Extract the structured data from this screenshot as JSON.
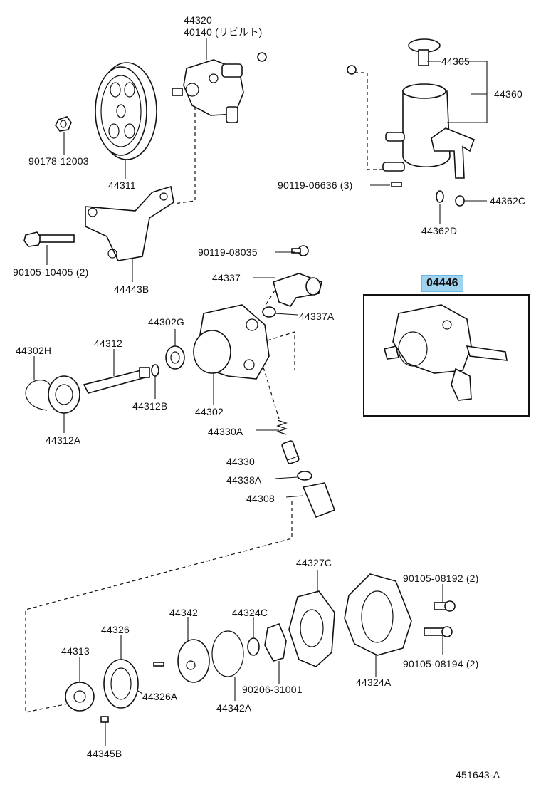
{
  "labels": {
    "p44320": "44320",
    "p40140": "40140 (リビルト)",
    "p44305": "44305",
    "p44360": "44360",
    "p90178": "90178-12003",
    "p44311": "44311",
    "p90119_06636": "90119-06636 (3)",
    "p44362C": "44362C",
    "p44362D": "44362D",
    "p90105_10405": "90105-10405 (2)",
    "p44443B": "44443B",
    "p90119_08035": "90119-08035",
    "p44337": "44337",
    "p04446": "04446",
    "p44337A": "44337A",
    "p44302G": "44302G",
    "p44302H": "44302H",
    "p44312": "44312",
    "p44312B": "44312B",
    "p44302": "44302",
    "p44312A": "44312A",
    "p44330A": "44330A",
    "p44330": "44330",
    "p44338A": "44338A",
    "p44308": "44308",
    "p44327C": "44327C",
    "p90105_08192": "90105-08192 (2)",
    "p44342": "44342",
    "p44324C": "44324C",
    "p44326": "44326",
    "p44313": "44313",
    "p44326A": "44326A",
    "p90206": "90206-31001",
    "p44342A": "44342A",
    "p44324A": "44324A",
    "p90105_08194": "90105-08194 (2)",
    "p44345B": "44345B",
    "diagram_id": "451643-A"
  },
  "colors": {
    "highlight": "#9fd3f0",
    "ink": "#111111"
  }
}
